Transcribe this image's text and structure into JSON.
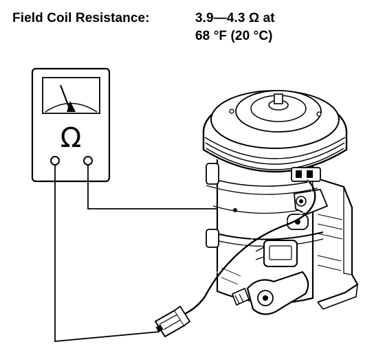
{
  "spec": {
    "label": "Field Coil Resistance:",
    "value_line1": "3.9—4.3 Ω at",
    "value_line2": "68 °F (20 °C)"
  },
  "meter": {
    "symbol": "Ω"
  },
  "icons": {
    "ohmmeter": "ohmmeter-icon",
    "compressor": "ac-compressor-icon",
    "connector": "field-coil-connector-icon"
  }
}
